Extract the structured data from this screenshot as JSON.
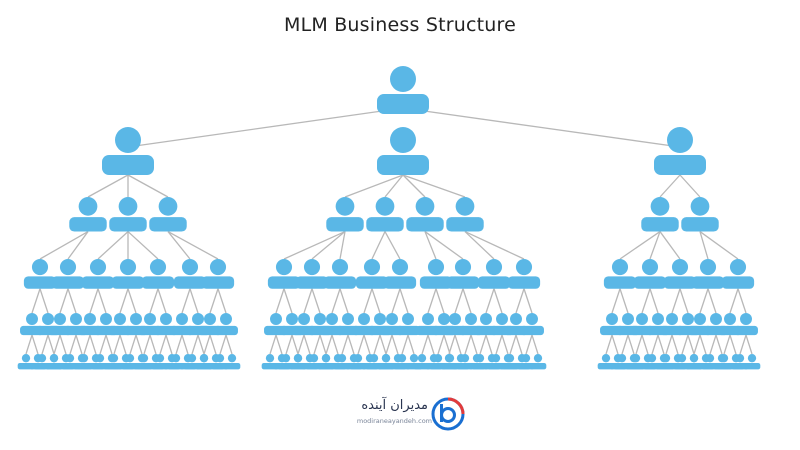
{
  "title": "MLM Business Structure",
  "colors": {
    "person": "#5ab7e6",
    "line": "#b8b8b8",
    "logo_blue": "#1a6fd1",
    "logo_red": "#e23b3b"
  },
  "brand": {
    "name": "مدیران آینده",
    "url": "modiraneayandeh.com",
    "icon": "logo-mark-icon"
  }
}
